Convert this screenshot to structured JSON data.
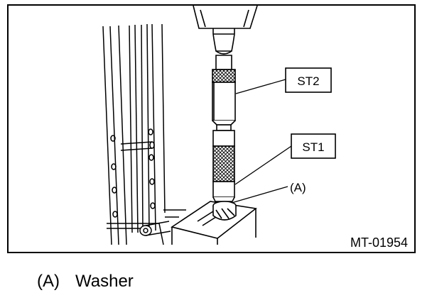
{
  "figure": {
    "callouts": {
      "st2": "ST2",
      "st1": "ST1",
      "a": "(A)"
    },
    "figure_id": "MT-01954"
  },
  "legend": {
    "key": "(A)",
    "description": "Washer"
  }
}
